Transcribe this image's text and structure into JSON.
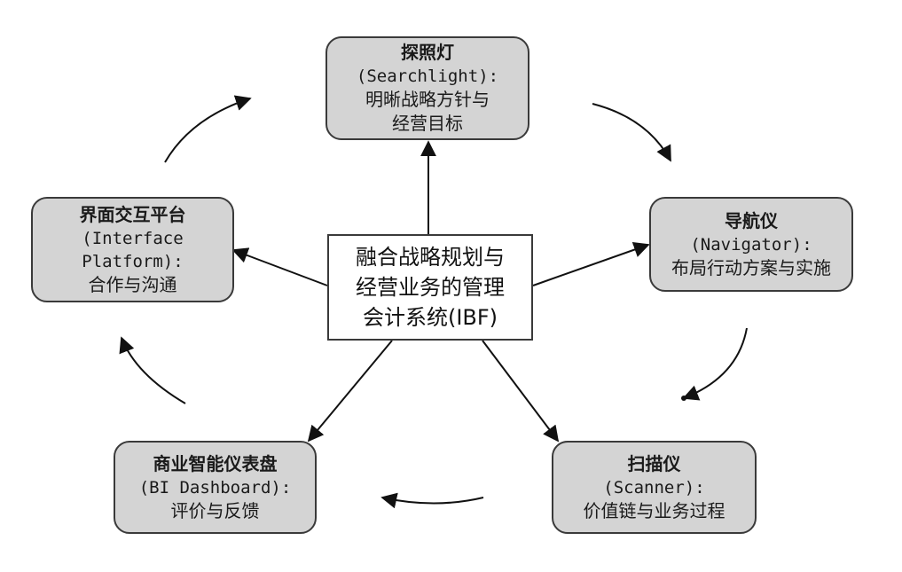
{
  "center": {
    "line1": "融合战略规划与",
    "line2": "经营业务的管理",
    "line3": "会计系统(IBF)"
  },
  "nodes": {
    "searchlight": {
      "title": "探照灯",
      "sub": "(Searchlight):",
      "desc1": "明晰战略方针与",
      "desc2": "经营目标"
    },
    "navigator": {
      "title": "导航仪",
      "sub": "(Navigator):",
      "desc1": "布局行动方案与实施"
    },
    "scanner": {
      "title": "扫描仪",
      "sub": "(Scanner):",
      "desc1": "价值链与业务过程"
    },
    "dashboard": {
      "title": "商业智能仪表盘",
      "sub": "(BI Dashboard):",
      "desc1": "评价与反馈"
    },
    "interface": {
      "title": "界面交互平台",
      "sub1": "(Interface",
      "sub2": "Platform):",
      "desc1": "合作与沟通"
    }
  },
  "colors": {
    "node_fill": "#d4d4d4",
    "border": "#3a3a3a",
    "arrow": "#111111"
  }
}
